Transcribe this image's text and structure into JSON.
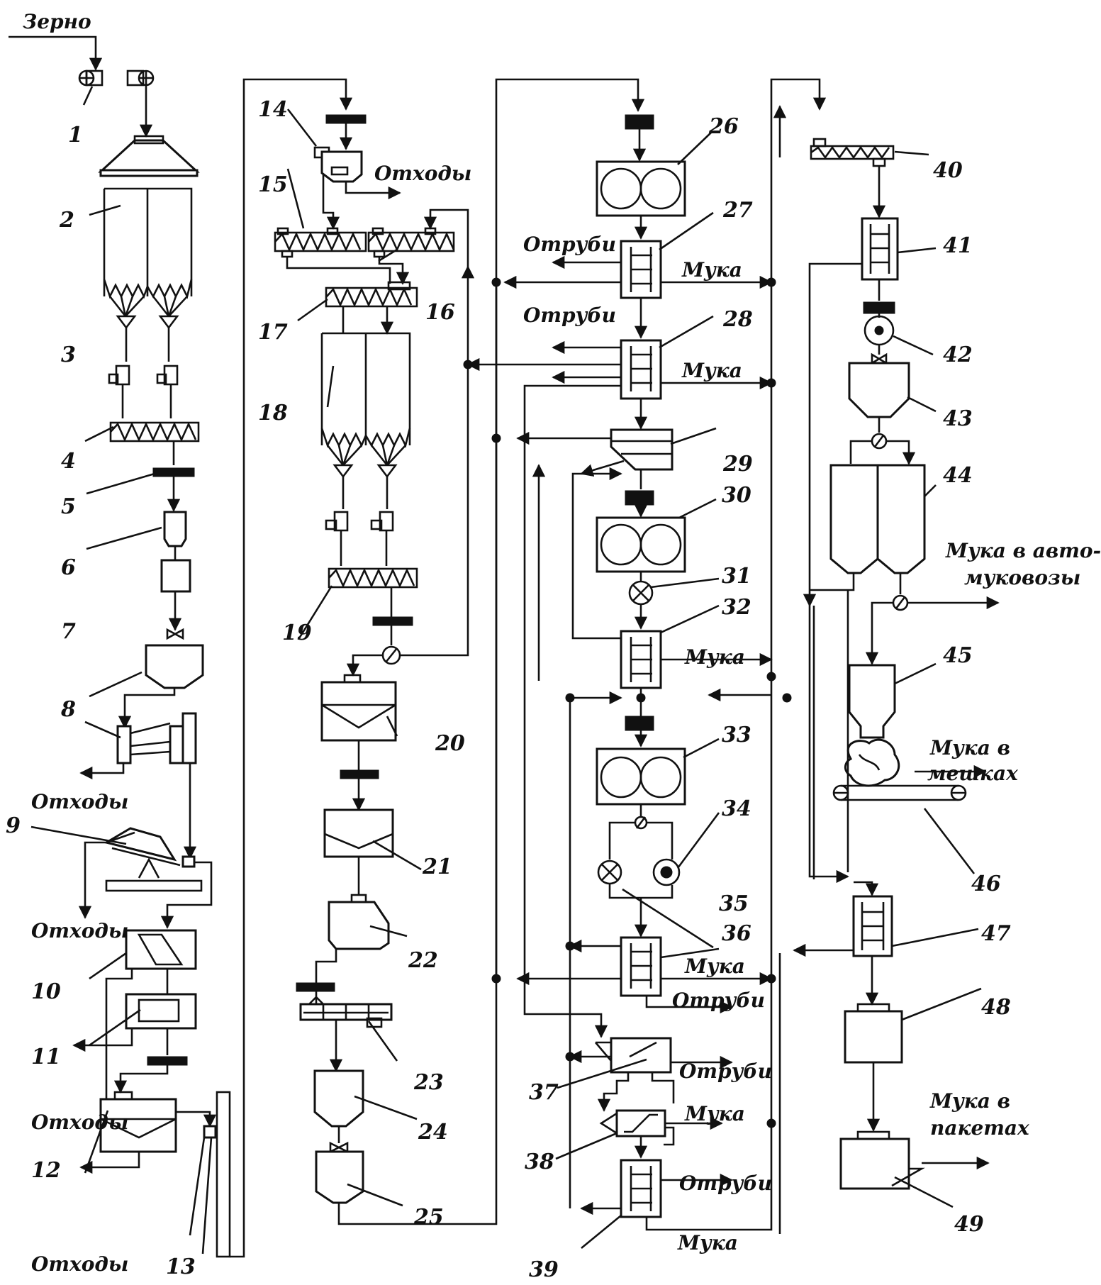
{
  "labels": {
    "zerno": "Зерно",
    "othody": "Отходы",
    "otrubi": "Отруби",
    "muka": "Мука",
    "muka_avto_1": "Мука в авто-",
    "muka_avto_2": "муковозы",
    "muka_meshki_1": "Мука в",
    "muka_meshki_2": "мешках",
    "muka_pakety_1": "Мука в",
    "muka_pakety_2": "пакетах"
  },
  "numbers": [
    "1",
    "2",
    "3",
    "4",
    "5",
    "6",
    "7",
    "8",
    "9",
    "10",
    "11",
    "12",
    "13",
    "14",
    "15",
    "16",
    "17",
    "18",
    "19",
    "20",
    "21",
    "22",
    "23",
    "24",
    "25",
    "26",
    "27",
    "28",
    "29",
    "30",
    "31",
    "32",
    "33",
    "34",
    "35",
    "36",
    "37",
    "38",
    "39",
    "40",
    "41",
    "42",
    "43",
    "44",
    "45",
    "46",
    "47",
    "48",
    "49"
  ]
}
